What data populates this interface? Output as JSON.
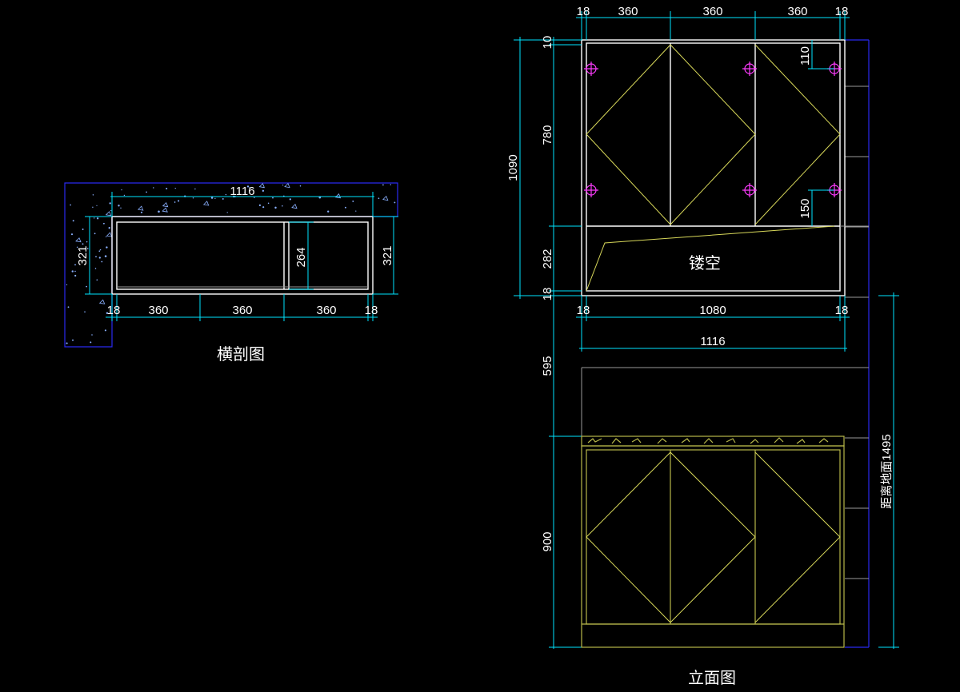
{
  "colors": {
    "background": "#000000",
    "dimension": "#00e5ff",
    "outline": "#ffffff",
    "pattern": "#d8d85a",
    "wall": "#2a2af0",
    "hinge": "#ff3cff"
  },
  "section": {
    "title": "横剖图",
    "overall_width": "1116",
    "depth_left": "321",
    "depth_right": "321",
    "inner_depth": "264",
    "bottom_dims": [
      "18",
      "360",
      "360",
      "360",
      "18"
    ]
  },
  "elevation": {
    "title": "立面图",
    "top_dims": [
      "18",
      "360",
      "360",
      "360",
      "18"
    ],
    "left_dims": {
      "top_gap": "10",
      "upper_cabinet": "780",
      "overall": "1090",
      "open_gap": "282",
      "bottom_board": "18",
      "counter_gap": "595",
      "base_cabinet": "900"
    },
    "hinge_dims": [
      "110",
      "150"
    ],
    "hollow_label": "镂空",
    "bottom_dims": [
      "18",
      "1080",
      "18"
    ],
    "total_width": "1116",
    "floor_height": "距离地面1495"
  }
}
